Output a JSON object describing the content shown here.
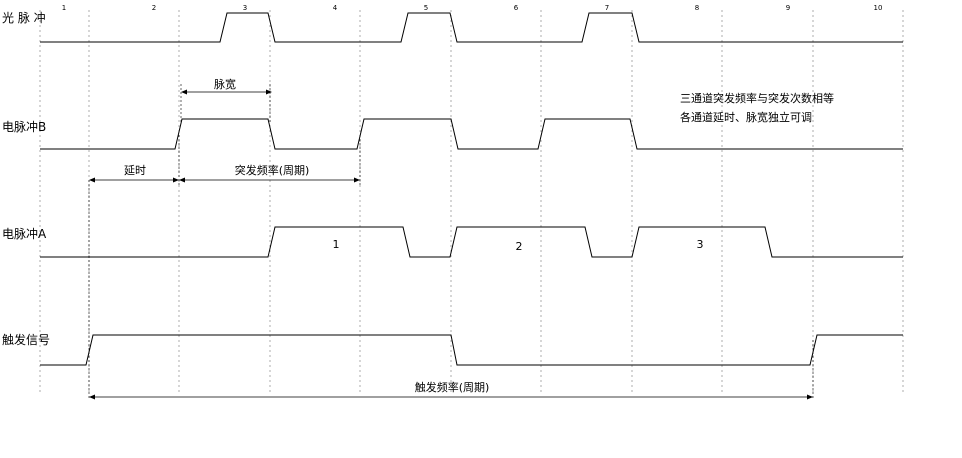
{
  "column_labels": [
    "1",
    "2",
    "3",
    "4",
    "5",
    "6",
    "7",
    "8",
    "9",
    "10"
  ],
  "rows": {
    "light_pulse": "光 脉 冲",
    "pulse_b": "电脉冲B",
    "pulse_a": "电脉冲A",
    "trigger": "触发信号"
  },
  "annotations": {
    "pulse_width": "脉宽",
    "delay": "延时",
    "burst_frequency": "突发频率(周期)",
    "trigger_frequency": "触发频率(周期)"
  },
  "notes": {
    "line1": "三通道突发频率与突发次数相等",
    "line2": "各通道延时、脉宽独立可调"
  },
  "pulse_numbers": [
    "1",
    "2",
    "3"
  ]
}
